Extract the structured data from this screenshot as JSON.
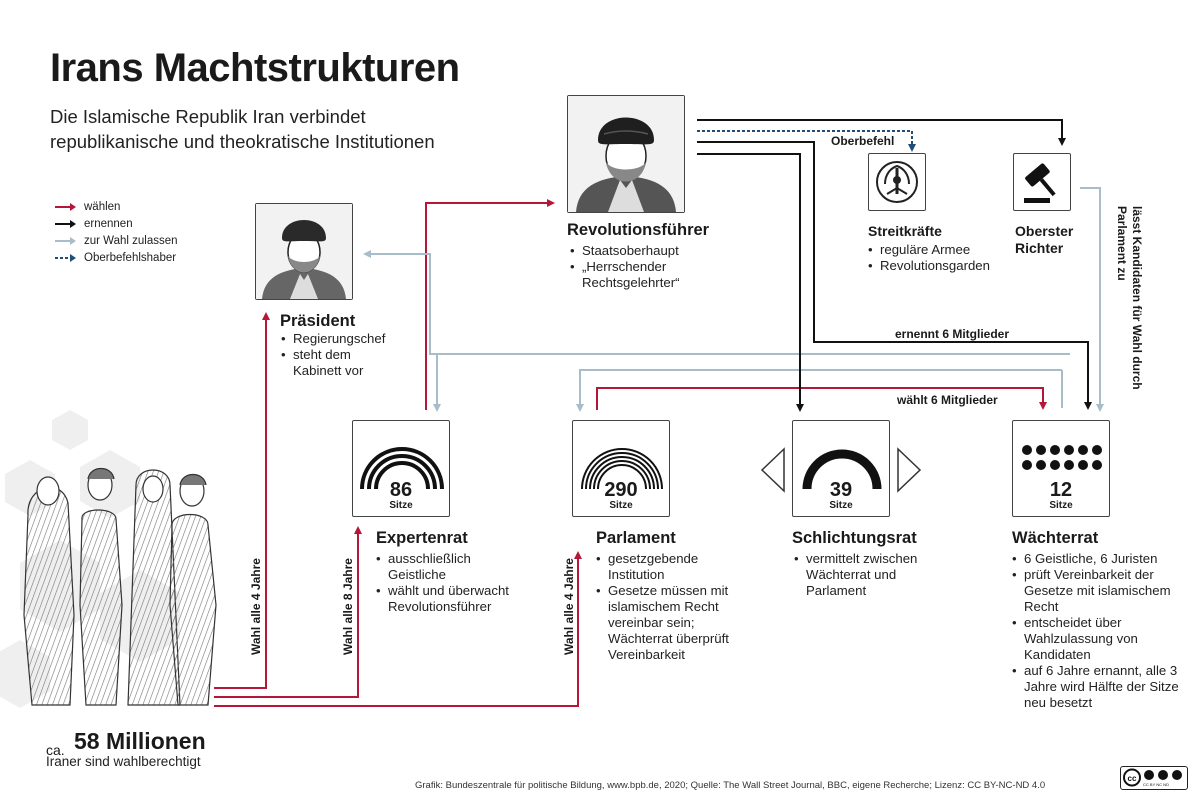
{
  "title": "Irans Machtstrukturen",
  "subtitle": [
    "Die Islamische Republik Iran verbindet",
    "republikanische und theokratische Institutionen"
  ],
  "legend": [
    {
      "label": "wählen",
      "color": "#b5173b",
      "dashed": false
    },
    {
      "label": "ernennen",
      "color": "#111111",
      "dashed": false
    },
    {
      "label": "zur Wahl zulassen",
      "color": "#a8bcc9",
      "dashed": false
    },
    {
      "label": "Oberbefehlshaber",
      "color": "#1f4e79",
      "dashed": true
    }
  ],
  "leader": {
    "name": "Revolutionsführer",
    "bullets": [
      "Staatsoberhaupt",
      "„Herrschender Rechtsgelehrter“"
    ]
  },
  "president": {
    "name": "Präsident",
    "bullets": [
      "Regierungschef",
      "steht dem Kabinett vor"
    ]
  },
  "armed_forces": {
    "name": "Streitkräfte",
    "bullets": [
      "reguläre Armee",
      "Revolutionsgarden"
    ],
    "icon": "army-emblem-icon"
  },
  "chief_justice": {
    "name": "Oberster Richter",
    "icon": "gavel-icon"
  },
  "councils": {
    "experts": {
      "name": "Expertenrat",
      "seats": "86",
      "seats_label": "Sitze",
      "bullets": [
        "ausschließlich Geistliche",
        "wählt und überwacht Revolutionsführer"
      ]
    },
    "parliament": {
      "name": "Parlament",
      "seats": "290",
      "seats_label": "Sitze",
      "bullets": [
        "gesetzgebende Institution",
        "Gesetze müssen mit islamischem Recht vereinbar sein; Wächterrat überprüft Vereinbarkeit"
      ]
    },
    "expediency": {
      "name": "Schlichtungsrat",
      "seats": "39",
      "seats_label": "Sitze",
      "bullets": [
        "vermittelt zwischen Wächterrat und Parlament"
      ]
    },
    "guardian": {
      "name": "Wächterrat",
      "seats": "12",
      "seats_label": "Sitze",
      "bullets": [
        "6 Geistliche, 6 Juristen",
        "prüft Vereinbarkeit der Gesetze mit islamischem Recht",
        "entscheidet über Wahlzulassung von Kandidaten",
        "auf 6 Jahre ernannt, alle 3 Jahre wird Hälfte der Sitze neu besetzt"
      ]
    }
  },
  "flow_labels": {
    "commander": "Oberbefehl",
    "appoints_six": "ernennt 6 Mitglieder",
    "elects_six": "wählt 6 Mitglieder",
    "vets": "lässt Kandidaten für Wahl durch Parlament zu",
    "election_president": "Wahl alle 4 Jahre",
    "election_experts": "Wahl alle 8 Jahre",
    "election_parliament": "Wahl alle 4 Jahre"
  },
  "voters": {
    "prefix": "ca.",
    "count": "58 Millionen",
    "description": "Iraner sind wahlberechtigt"
  },
  "credit": "Grafik: Bundeszentrale für politische Bildung, www.bpb.de, 2020; Quelle: The Wall Street Journal, BBC, eigene Recherche; Lizenz: CC BY-NC-ND 4.0",
  "license_badge": "CC BY NC ND",
  "colors": {
    "elect": "#b5173b",
    "appoint": "#111111",
    "admit": "#a8bcc9",
    "commander": "#1f4e79"
  }
}
